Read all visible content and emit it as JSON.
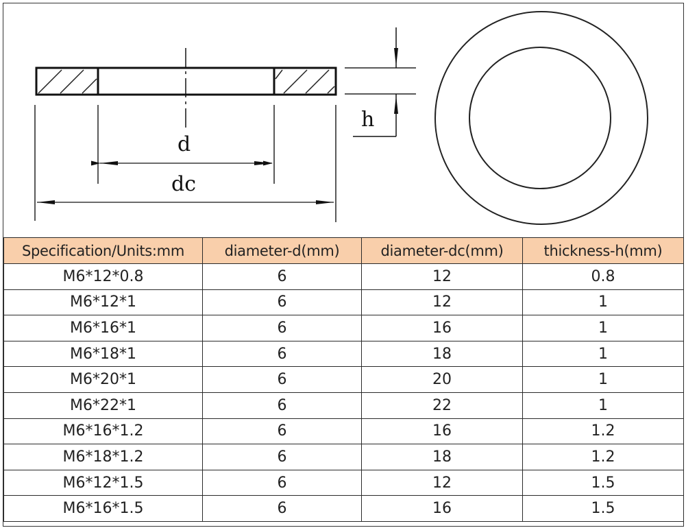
{
  "drawing": {
    "labels": {
      "d": "d",
      "dc": "dc",
      "h": "h"
    },
    "views": [
      "cross-section-view",
      "top-view"
    ]
  },
  "table": {
    "headers": [
      "Specification/Units:mm",
      "diameter-d(mm)",
      "diameter-dc(mm)",
      "thickness-h(mm)"
    ],
    "header_color": "#f9cfab",
    "rows": [
      [
        "M6*12*0.8",
        "6",
        "12",
        "0.8"
      ],
      [
        "M6*12*1",
        "6",
        "12",
        "1"
      ],
      [
        "M6*16*1",
        "6",
        "16",
        "1"
      ],
      [
        "M6*18*1",
        "6",
        "18",
        "1"
      ],
      [
        "M6*20*1",
        "6",
        "20",
        "1"
      ],
      [
        "M6*22*1",
        "6",
        "22",
        "1"
      ],
      [
        "M6*16*1.2",
        "6",
        "16",
        "1.2"
      ],
      [
        "M6*18*1.2",
        "6",
        "18",
        "1.2"
      ],
      [
        "M6*12*1.5",
        "6",
        "12",
        "1.5"
      ],
      [
        "M6*16*1.5",
        "6",
        "16",
        "1.5"
      ]
    ]
  }
}
